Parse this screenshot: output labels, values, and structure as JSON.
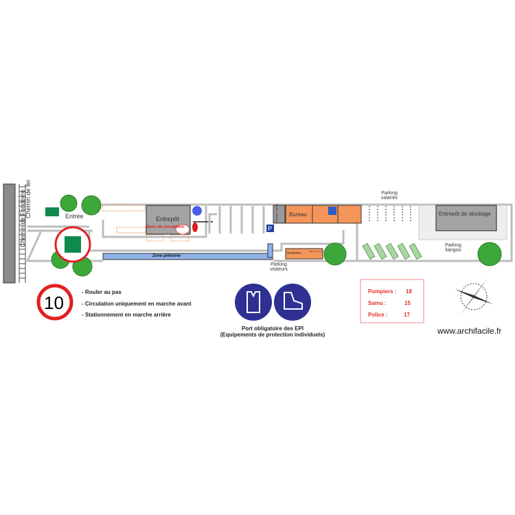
{
  "plan": {
    "road_label": "Chemin de Fondeyre",
    "rail_label": "Chemin de fer",
    "entrance_label": "Entrée",
    "warehouse_label": "Entrepôt",
    "circulation_label": "Sens de circulation",
    "pedestrian_zone_label": "Zone piétonne",
    "bike_garage_label": "Garage à vélos",
    "office_label": "Bureau",
    "locker_room_label": "Vestiaires",
    "meeting_room_label": "Salle de réunion",
    "visitor_parking_label": "Parking visiteurs",
    "staff_parking_label": "Parking salariés",
    "storage_label": "Entrepôt de stockage",
    "kangoo_parking_label": "Parking kangoo"
  },
  "speed_sign": {
    "value": "10",
    "color": "#e02020"
  },
  "rules": [
    "- Rouler au pas",
    "- Circulation uniquement en marche avant",
    "- Stationnement en marche arrière"
  ],
  "ppe": {
    "icons": [
      "safety-vest-icon",
      "safety-shoe-icon"
    ],
    "color": "#2e3192",
    "line1": "Port obligatoire des EPI",
    "line2": "(Equipements de protection individuels)"
  },
  "emergency": [
    {
      "label": "Pompiers :",
      "number": "18"
    },
    {
      "label": "Samu :",
      "number": "15"
    },
    {
      "label": "Police :",
      "number": "17"
    }
  ],
  "website": "www.archifacile.fr",
  "colors": {
    "office": "#f4955a",
    "pedestrian": "#8fb2ea",
    "tree": "#3da83a",
    "assembly": "#0f8a4f"
  }
}
